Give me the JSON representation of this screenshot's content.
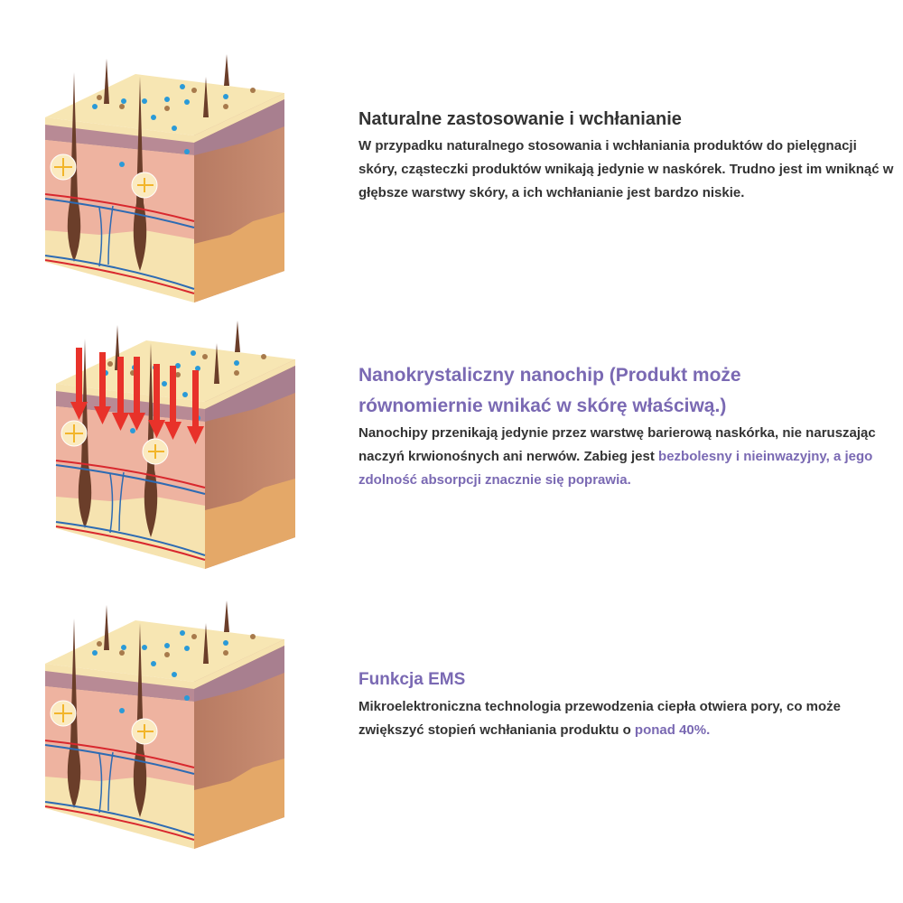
{
  "sections": [
    {
      "title": "Naturalne zastosowanie i wchłanianie",
      "body": "W przypadku naturalnego stosowania i wchłaniania produktów do pielęgnacji skóry, cząsteczki produktów wnikają jedynie w naskórek. Trudno jest im wniknąć w głębsze warstwy skóry, a ich wchłanianie jest bardzo niskie.",
      "illustration": "skin-cross-section-icon"
    },
    {
      "title": "Nanokrystaliczny nanochip (Produkt może równomiernie wnikać w skórę właściwą.)",
      "body": "Nanochipy przenikają jedynie przez warstwę barierową naskórka, nie naruszając naczyń krwionośnych ani nerwów. Zabieg jest",
      "body_highlight": "bezbolesny i nieinwazyjny, a jego zdolność absorpcji znacznie się poprawia.",
      "illustration": "skin-cross-section-with-arrows-icon"
    },
    {
      "title": "Funkcja EMS",
      "body": "Mikroelektroniczna technologia przewodzenia ciepła otwiera pory, co może zwiększyć stopień wchłaniania produktu o",
      "body_highlight": "ponad 40%.",
      "illustration": "skin-cross-section-icon"
    }
  ],
  "colors": {
    "accent": "#7a69b3",
    "text": "#333333",
    "arrow": "#e8322a",
    "particle": "#2a9ad8"
  }
}
